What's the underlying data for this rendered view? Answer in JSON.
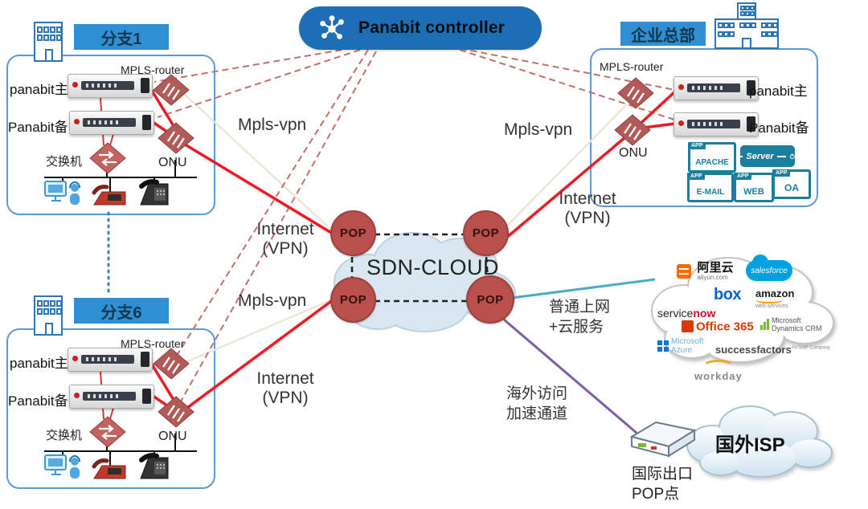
{
  "controller": {
    "label": "Panabit controller"
  },
  "sites": {
    "branch1": {
      "title": "分支1"
    },
    "branch6": {
      "title": "分支6"
    },
    "hq": {
      "title": "企业总部"
    }
  },
  "device_labels": {
    "panabit_primary": "panabit主",
    "panabit_backup": "Panabit备",
    "switch": "交换机",
    "mpls_router": "MPLS-router",
    "onu": "ONU"
  },
  "hq_apps": {
    "badge": "APP",
    "apache": "APACHE",
    "server": "Server",
    "email": "E-MAIL",
    "web": "WEB",
    "oa": "OA"
  },
  "sdn_cloud": {
    "title": "SDN-CLOUD",
    "pop": "POP"
  },
  "link_labels": {
    "mpls_vpn": "Mpls-vpn",
    "internet_line1": "Internet",
    "internet_line2": "(VPN)",
    "public_line1": "普通上网",
    "public_line2": "+云服务",
    "overseas_line1": "海外访问",
    "overseas_line2": "加速通道"
  },
  "cloud_services": {
    "aliyun": "阿里云",
    "aliyun_domain": "aliyun.com",
    "salesforce": "salesforce",
    "box": "box",
    "amazon": "amazon",
    "amazon_sub": "web services",
    "servicenow_prefix": "service",
    "servicenow_suffix": "now",
    "office365": "Office 365",
    "microsoft": "Microsoft",
    "dynamics": "Dynamics CRM",
    "azure_brand": "Microsoft",
    "azure": "Azure",
    "successfactors": "successfactors",
    "sap_note": "An SAP Company",
    "workday": "workday"
  },
  "overseas": {
    "isp": "国外ISP",
    "gateway_line1": "国际出口",
    "gateway_line2": "POP点"
  },
  "colors": {
    "accent_blue": "#2e8fd2",
    "controller_blue": "#1d6fb5",
    "pop_red": "#b8504c",
    "line_red": "#ed1c24",
    "line_beige": "#ece6d8",
    "line_teal": "#4aabc6",
    "line_purple": "#7e5fa3",
    "app_teal": "#1b7e9f",
    "box_border": "#5b9bd5"
  }
}
